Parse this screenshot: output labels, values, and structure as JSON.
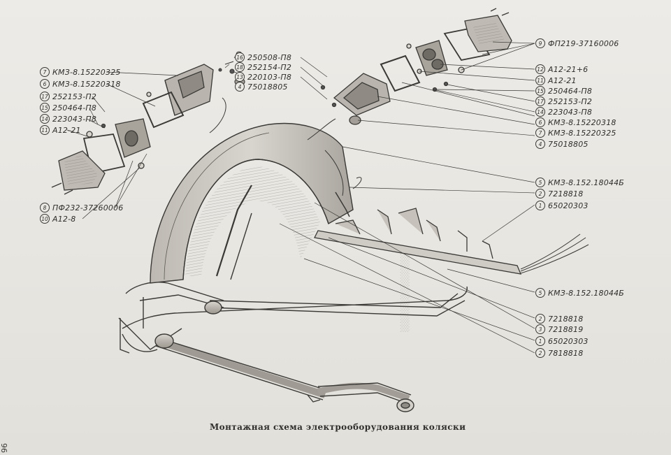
{
  "caption": "Монтажная схема электрооборудования коляски",
  "page_number": "96",
  "left_callouts": [
    {
      "num": "7",
      "code": "КМЗ-8.15220325"
    },
    {
      "num": "6",
      "code": "КМЗ-8.15220318"
    },
    {
      "num": "17",
      "code": "252153-П2"
    },
    {
      "num": "15",
      "code": "250464-П8"
    },
    {
      "num": "14",
      "code": "223043-П8"
    },
    {
      "num": "11",
      "code": "А12-21"
    },
    {
      "num": "8",
      "code": "ПФ232-37260006"
    },
    {
      "num": "10",
      "code": "А12-8"
    }
  ],
  "center_callouts": [
    {
      "num": "16",
      "code": "250508-П8"
    },
    {
      "num": "18",
      "code": "252154-П2"
    },
    {
      "num": "13",
      "code": "220103-П8"
    },
    {
      "num": "4",
      "code": "75018805"
    }
  ],
  "right_callouts": [
    {
      "num": "9",
      "code": "ФП219-37160006"
    },
    {
      "num": "12",
      "code": "А12-21+6"
    },
    {
      "num": "11",
      "code": "А12-21"
    },
    {
      "num": "15",
      "code": "250464-П8"
    },
    {
      "num": "17",
      "code": "252153-П2"
    },
    {
      "num": "14",
      "code": "223043-П8"
    },
    {
      "num": "6",
      "code": "КМЗ-8.15220318"
    },
    {
      "num": "7",
      "code": "КМЗ-8.15220325"
    },
    {
      "num": "4",
      "code": "75018805"
    },
    {
      "num": "5",
      "code": "КМЗ-8.152.18044Б"
    },
    {
      "num": "2",
      "code": "7218818"
    },
    {
      "num": "1",
      "code": "65020303"
    },
    {
      "num": "5",
      "code": "КМЗ-8.152.18044Б"
    },
    {
      "num": "2",
      "code": "7218818"
    },
    {
      "num": "3",
      "code": "7218819"
    },
    {
      "num": "1",
      "code": "65020303"
    },
    {
      "num": "2",
      "code": "7818818"
    }
  ],
  "colors": {
    "paper": "#e6e4df",
    "ink": "#2f2e2c",
    "shadow": "#8d8a84"
  }
}
